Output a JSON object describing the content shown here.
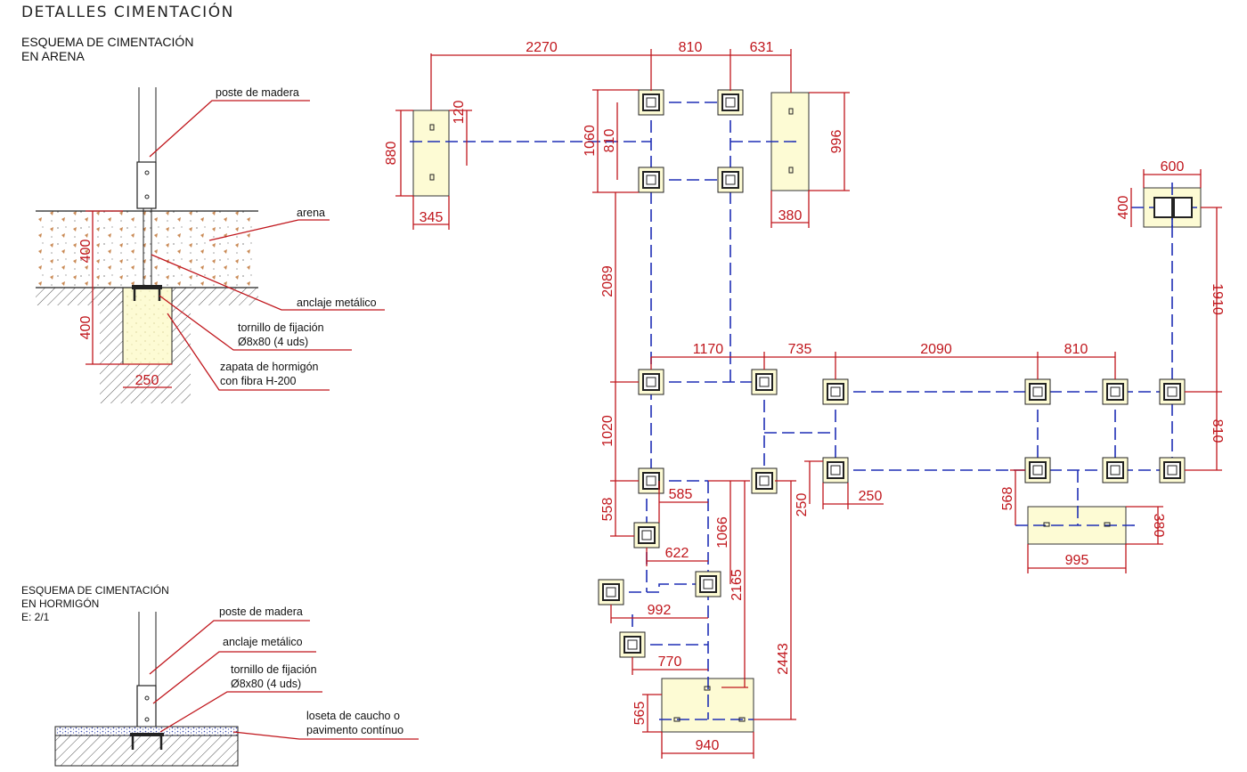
{
  "header": {
    "title": "DETALLES CIMENTACIÓN",
    "section_arena_line1": "ESQUEMA DE CIMENTACIÓN",
    "section_arena_line2": "EN ARENA",
    "section_hormigon_line1": "ESQUEMA DE CIMENTACIÓN",
    "section_hormigon_line2": "EN HORMIGÓN",
    "section_hormigon_scale": "E: 2/1"
  },
  "detail_arena": {
    "labels": [
      "poste de madera",
      "arena",
      "anclaje metálico",
      "tornillo de fijación",
      "Ø8x80 (4 uds)",
      "zapata de hormigón",
      "con fibra H-200"
    ],
    "dims": [
      "400",
      "400",
      "250"
    ]
  },
  "detail_hormigon": {
    "labels": [
      "poste de madera",
      "anclaje metálico",
      "tornillo de fijación",
      "Ø8x80 (4 uds)",
      "loseta de caucho o",
      "pavimento contínuo"
    ]
  },
  "plan": {
    "dims": [
      "2270",
      "810",
      "631",
      "120",
      "880",
      "345",
      "1060",
      "810",
      "996",
      "380",
      "600",
      "400",
      "2089",
      "1910",
      "1170",
      "735",
      "2090",
      "810",
      "1020",
      "810",
      "558",
      "585",
      "1066",
      "250",
      "250",
      "568",
      "380",
      "995",
      "622",
      "2165",
      "992",
      "770",
      "2443",
      "565",
      "940"
    ]
  },
  "colors": {
    "dimension": "#c0161c",
    "axis": "#1f2fb5",
    "concrete": "#fdfbd4"
  }
}
